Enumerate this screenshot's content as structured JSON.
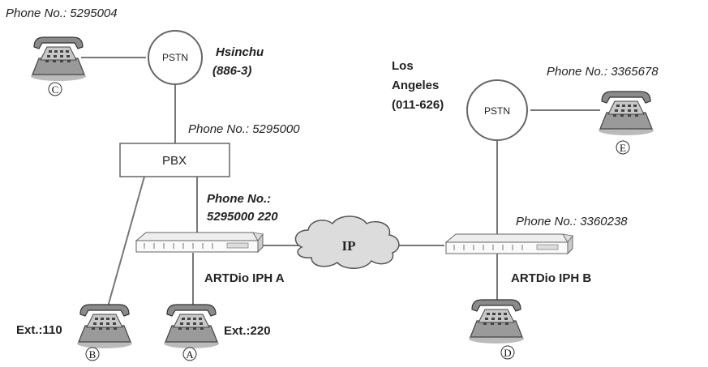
{
  "labels": {
    "c_phone": "Phone No.: 5295004",
    "hsinchu_line1": "Hsinchu",
    "hsinchu_line2": "(886-3)",
    "pbx_phone": "Phone No.: 5295000",
    "ipha_phone_line1": "Phone No.:",
    "ipha_phone_line2": "5295000 220",
    "ipha_name": "ARTDio IPH A",
    "ext_b": "Ext.:110",
    "ext_a": "Ext.:220",
    "la_line1": "Los",
    "la_line2": "Angeles",
    "la_line3": "(011-626)",
    "e_phone": "Phone No.: 3365678",
    "iphb_phone": "Phone No.: 3360238",
    "iphb_name": "ARTDio IPH B"
  },
  "nodes": {
    "pstn_hsinchu": "PSTN",
    "pstn_la": "PSTN",
    "pbx": "PBX",
    "ip_cloud": "IP"
  },
  "phones": {
    "A": "A",
    "B": "B",
    "C": "C",
    "D": "D",
    "E": "E"
  }
}
